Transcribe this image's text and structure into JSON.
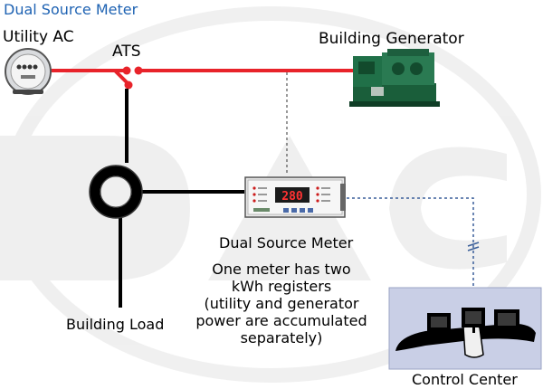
{
  "title": "Dual Source Meter",
  "labels": {
    "utility": "Utility AC",
    "ats": "ATS",
    "generator": "Building Generator",
    "meter": "Dual Source Meter",
    "load": "Building Load",
    "control_center": "Control Center"
  },
  "note": [
    "One meter has two",
    "kWh registers",
    "(utility and generator",
    "power are accumulated",
    "separately)"
  ],
  "meter_display": "280",
  "colors": {
    "title": "#1f63b3",
    "utility_line": "#e8232a",
    "load_line": "#000000",
    "comm_line": "#3a5f9a",
    "control_panel": "#c9cfe6"
  },
  "icons": {
    "utility_meter": "electric-meter-icon",
    "generator": "generator-icon",
    "current_transformer": "current-transformer-icon",
    "control_center": "control-desk-icon"
  }
}
